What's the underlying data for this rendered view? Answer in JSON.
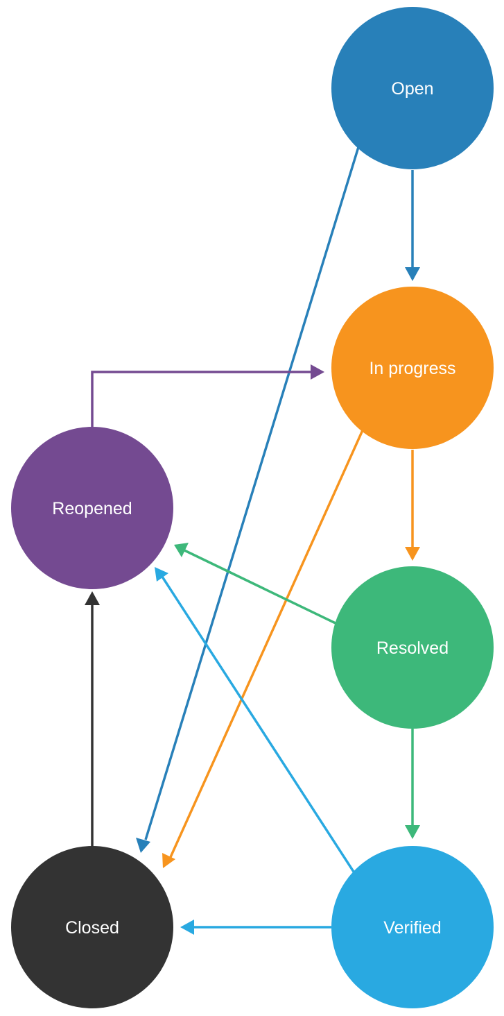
{
  "colors": {
    "open": "#2880b9",
    "in_progress": "#f7941e",
    "resolved": "#3db87a",
    "verified": "#29a9e1",
    "closed": "#333333",
    "reopened": "#744a91"
  },
  "nodes": {
    "open": {
      "label": "Open"
    },
    "in_progress": {
      "label": "In progress"
    },
    "resolved": {
      "label": "Resolved"
    },
    "verified": {
      "label": "Verified"
    },
    "closed": {
      "label": "Closed"
    },
    "reopened": {
      "label": "Reopened"
    }
  },
  "transitions": [
    {
      "from": "Open",
      "to": "In progress"
    },
    {
      "from": "Open",
      "to": "Closed"
    },
    {
      "from": "In progress",
      "to": "Resolved"
    },
    {
      "from": "In progress",
      "to": "Closed"
    },
    {
      "from": "Resolved",
      "to": "Verified"
    },
    {
      "from": "Resolved",
      "to": "Reopened"
    },
    {
      "from": "Verified",
      "to": "Closed"
    },
    {
      "from": "Verified",
      "to": "Reopened"
    },
    {
      "from": "Closed",
      "to": "Reopened"
    },
    {
      "from": "Reopened",
      "to": "In progress"
    }
  ]
}
